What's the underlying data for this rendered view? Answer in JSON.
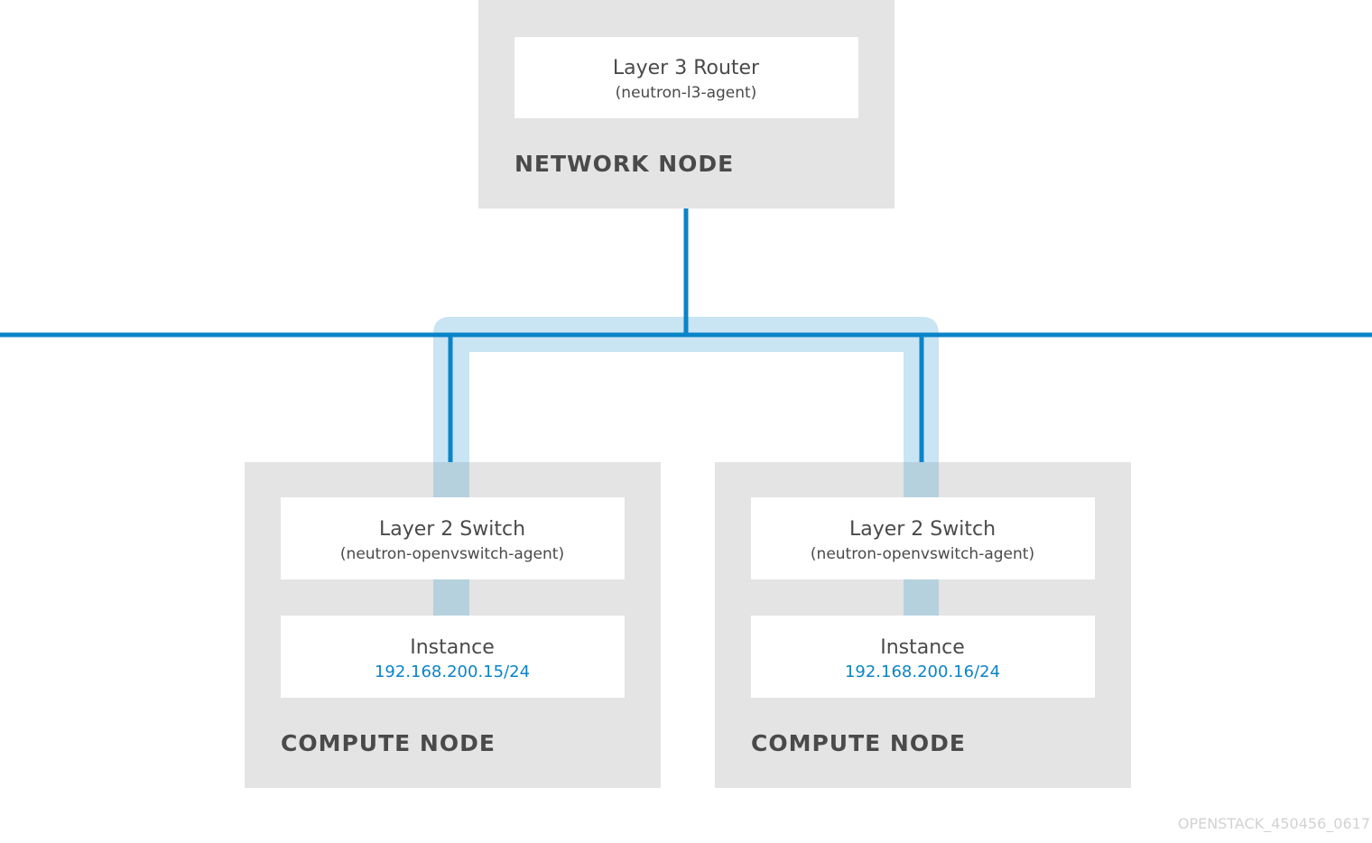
{
  "network_node": {
    "label": "NETWORK NODE",
    "router": {
      "title": "Layer 3 Router",
      "subtitle": "(neutron-l3-agent)"
    }
  },
  "compute_nodes": [
    {
      "label": "COMPUTE NODE",
      "switch": {
        "title": "Layer 2 Switch",
        "subtitle": "(neutron-openvswitch-agent)"
      },
      "instance": {
        "title": "Instance",
        "ip": "192.168.200.15/24"
      }
    },
    {
      "label": "COMPUTE NODE",
      "switch": {
        "title": "Layer 2 Switch",
        "subtitle": "(neutron-openvswitch-agent)"
      },
      "instance": {
        "title": "Instance",
        "ip": "192.168.200.16/24"
      }
    }
  ],
  "watermark": "OPENSTACK_450456_0617",
  "colors": {
    "link": "#0a84c8",
    "node_background": "#e4e4e4",
    "highlight": "#c9e4f2",
    "text": "#4a4a4a"
  }
}
